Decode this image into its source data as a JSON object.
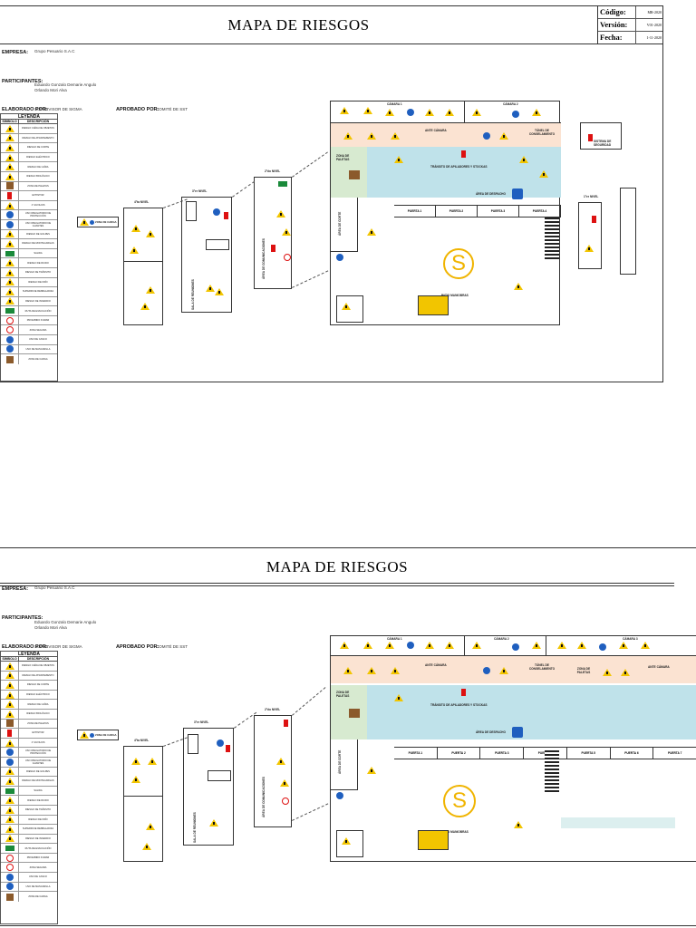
{
  "title": "MAPA DE RIESGOS",
  "code_table": [
    {
      "key": "Código:",
      "value": "MR-2020"
    },
    {
      "key": "Versión:",
      "value": "V01-2020"
    },
    {
      "key": "Fecha:",
      "value": "1-11-2020"
    }
  ],
  "meta": {
    "empresa_label": "EMPRESA:",
    "empresa_value": "Grupo Pesuario S.A.C",
    "participantes_label": "PARTICIPANTES:",
    "participantes_line1": "Eduardo Gonzalo Demarie Angulo",
    "participantes_line2": "Orlando Mori Alva",
    "elaborado_label": "ELABORADO POR:",
    "elaborado_value": "SUPERVISOR DE SIGMA",
    "aprobado_label": "APROBADO POR:",
    "aprobado_value": "COMITÉ DE SST"
  },
  "legend": {
    "title": "LEYENDA",
    "col_symbol": "SÍMBOLO",
    "col_desc": "DESCRIPCIÓN",
    "rows": [
      {
        "icon": "warn",
        "text": "RIESGO CAÍDA DE OBJETOS"
      },
      {
        "icon": "warn",
        "text": "RIESGO DE ATRAPAMIENTO"
      },
      {
        "icon": "warn",
        "text": "RIESGO DE CORTE"
      },
      {
        "icon": "warn",
        "text": "RIESGO ELÉCTRICO"
      },
      {
        "icon": "warn",
        "text": "RIESGO DE CAÍDA"
      },
      {
        "icon": "warn",
        "text": "RIESGO BIOLÓGICO"
      },
      {
        "icon": "boxs",
        "text": "ZONA DE PALETAS"
      },
      {
        "icon": "fire",
        "text": "EXTINTOR"
      },
      {
        "icon": "warn",
        "text": "1° AUXILIOS"
      },
      {
        "icon": "mandatory",
        "text": "USO OBLIGATORIO DE PROTECCIÓN"
      },
      {
        "icon": "mandatory",
        "text": "USO OBLIGATORIO DE GUANTES"
      },
      {
        "icon": "warn",
        "text": "RIESGO DE GOLPES"
      },
      {
        "icon": "warn",
        "text": "RIESGO DE MONTACARGAS"
      },
      {
        "icon": "exit",
        "text": "SALIDA"
      },
      {
        "icon": "warn",
        "text": "RIESGO DE RUIDO"
      },
      {
        "icon": "warn",
        "text": "RIESGO DE TRÁNSITO"
      },
      {
        "icon": "warn",
        "text": "RIESGO DE FRÍO"
      },
      {
        "icon": "warn",
        "text": "SUPERFICIE RESBALADIZA"
      },
      {
        "icon": "warn",
        "text": "RIESGO DE INCENDIO"
      },
      {
        "icon": "exit",
        "text": "RUTA DE EVACUACIÓN"
      },
      {
        "icon": "prohib",
        "text": "PROHIBIDO FUMAR"
      },
      {
        "icon": "prohib",
        "text": "ZONA SEGURA"
      },
      {
        "icon": "mandatory",
        "text": "USO DE CASCO"
      },
      {
        "icon": "mandatory",
        "text": "USO DE MASCARILLA"
      },
      {
        "icon": "boxs",
        "text": "ZONA DE CARGA"
      }
    ]
  },
  "plan_labels": {
    "camara1": "CÁMARA 1",
    "camara2": "CÁMARA 2",
    "camara3": "CÁMARA 3",
    "antecamara": "ANTE CÁMARA",
    "tunel": "TÚNEL DE CONGELAMIENTO",
    "zona_paletas": "ZONA DE PALETAS",
    "transito": "TRÁNSITO DE APILADORES Y STOCKAS",
    "area_despacho": "ÁREA DE DESPACHO",
    "puertas": [
      "PUERTA 1",
      "PUERTA 2",
      "PUERTA 3",
      "PUERTA 4"
    ],
    "puertas_ext": [
      "PUERTA 5",
      "PUERTA 6",
      "PUERTA 7"
    ],
    "patio": "PATIO MANIOBRAS",
    "area_corte": "ÁREA DE CORTE",
    "piso4": "4°ta NIVEL",
    "piso3": "3°er NIVEL",
    "piso2": "2°do NIVEL",
    "piso1": "1°er NIVEL",
    "sala_reuniones": "SALA DE REUNIONES",
    "zona_carga": "ZONA DE CARGA",
    "area_comunicaciones": "ÁREA DE COMUNICACIONES",
    "sistema_seguridad": "SISTEMA DE SEGURIDAD"
  }
}
